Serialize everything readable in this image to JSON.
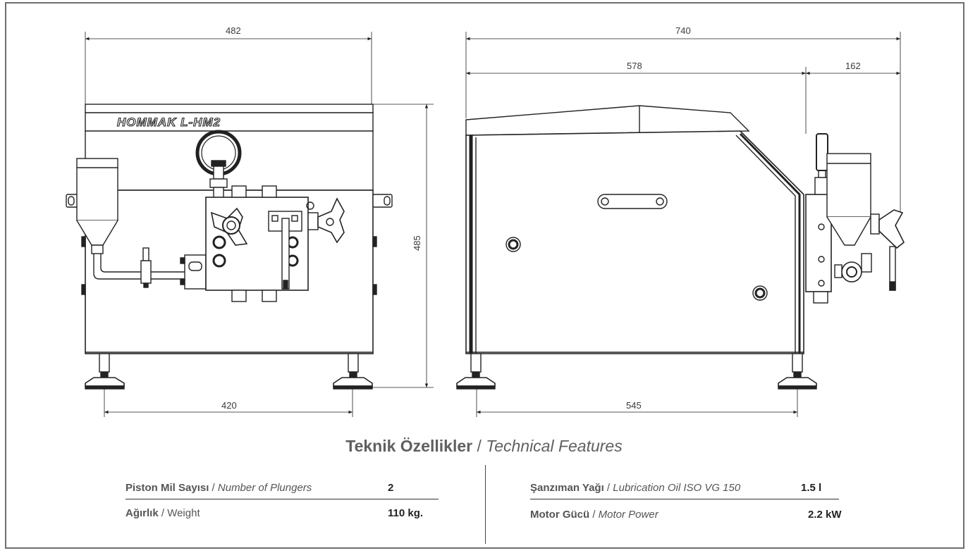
{
  "brand": "HOMMAK L-HM2",
  "dimensions": {
    "front_width": "482",
    "front_height": "485",
    "front_feet": "420",
    "side_total": "740",
    "side_body": "578",
    "side_extension": "162",
    "side_feet": "545"
  },
  "specs": {
    "title_tr": "Teknik Özellikler",
    "title_sep": " / ",
    "title_en": "Technical Features",
    "sep": " / ",
    "left": [
      {
        "label_tr": "Piston Mil Sayısı",
        "label_en": "Number of Plungers",
        "value": "2"
      },
      {
        "label_tr": "Ağırlık",
        "label_en": "Weight",
        "value": "110 kg."
      }
    ],
    "right": [
      {
        "label_tr": "Şanzıman Yağı",
        "label_en": "Lubrication Oil ISO VG 150",
        "value": "1.5 l"
      },
      {
        "label_tr": "Motor Gücü",
        "label_en": "Motor Power",
        "value": "2.2 kW"
      }
    ]
  },
  "colors": {
    "line": "#222222",
    "frame": "#6e6e6e",
    "title_text": "#5f5f5f"
  }
}
